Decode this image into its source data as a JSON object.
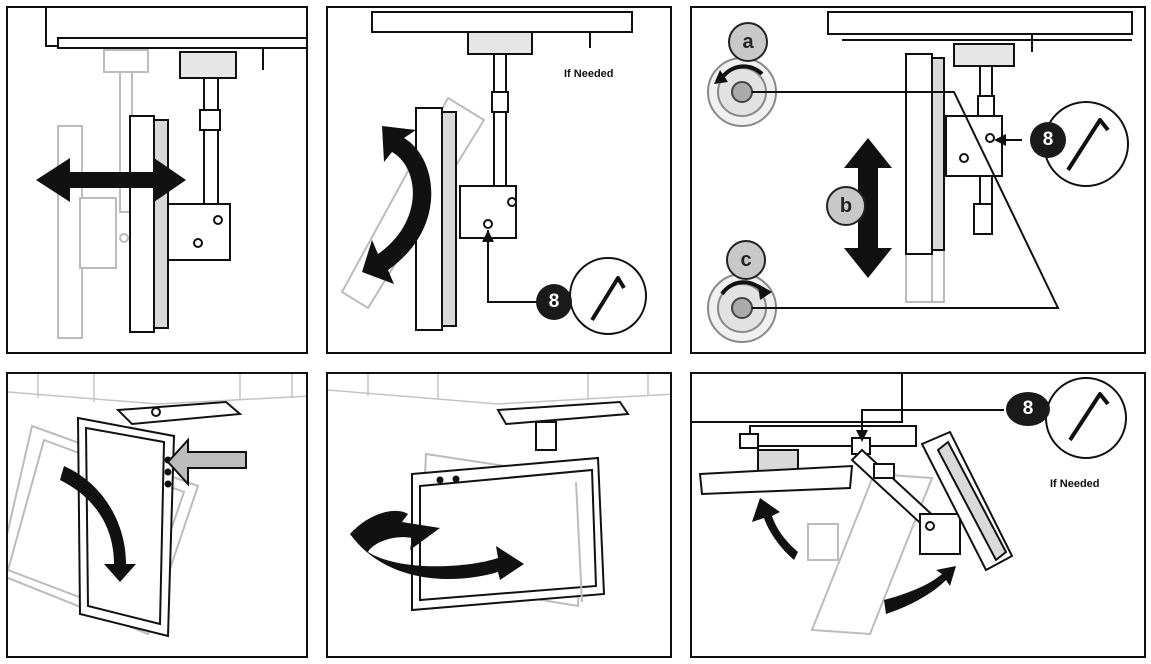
{
  "panels": [
    {
      "id": 1,
      "step": "swivel-horizontal"
    },
    {
      "id": 2,
      "step": "tilt",
      "note": "If Needed",
      "tool_badge": "8"
    },
    {
      "id": 3,
      "step": "height-adjust",
      "tool_badge": "8",
      "callouts": [
        "a",
        "b",
        "c"
      ]
    },
    {
      "id": 4,
      "step": "rotate-portrait"
    },
    {
      "id": 5,
      "step": "rotate-landscape"
    },
    {
      "id": 6,
      "step": "fold-up",
      "note": "If Needed",
      "tool_badge": "8"
    }
  ],
  "colors": {
    "outline": "#111111",
    "ghost": "#b8b8b8",
    "badge_fill": "#1a1a1a",
    "callout_fill": "#c8c8c8",
    "arrow_fill": "#111111",
    "press_arrow_fill": "#bdbdbd"
  },
  "tool_icon": "hex-key-icon"
}
